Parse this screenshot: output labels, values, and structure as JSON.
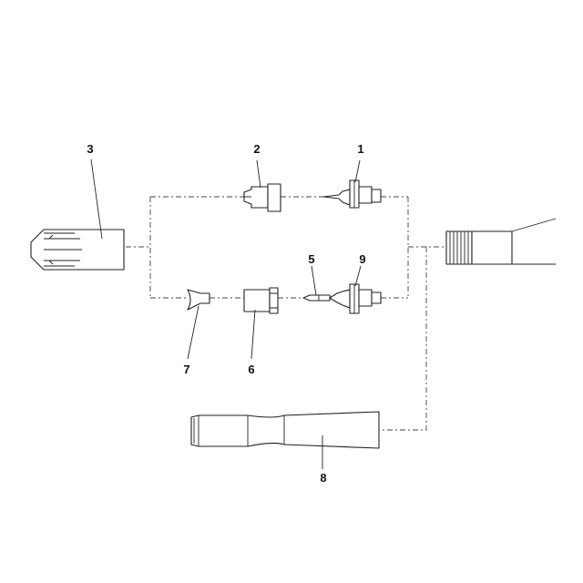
{
  "diagram": {
    "callouts": [
      {
        "id": "c1",
        "text": "1"
      },
      {
        "id": "c2",
        "text": "2"
      },
      {
        "id": "c3",
        "text": "3"
      },
      {
        "id": "c5",
        "text": "5"
      },
      {
        "id": "c6",
        "text": "6"
      },
      {
        "id": "c7",
        "text": "7"
      },
      {
        "id": "c8",
        "text": "8"
      },
      {
        "id": "c9",
        "text": "9"
      }
    ]
  },
  "colors": {
    "line": "#222222",
    "background": "#ffffff"
  }
}
